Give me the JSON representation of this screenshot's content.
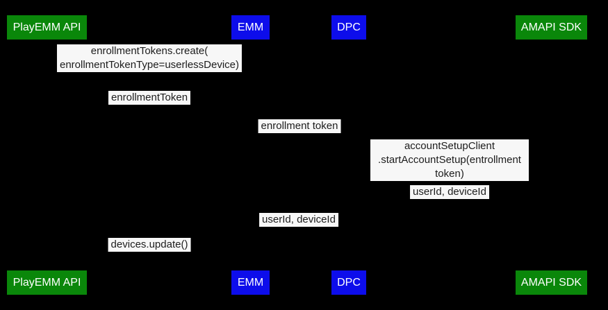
{
  "diagram": {
    "type": "sequence",
    "background": "#000000",
    "colors": {
      "actor_green": "#0a870a",
      "actor_blue": "#0d0deb",
      "actor_text": "#ffffff",
      "label_bg": "#f7f7f7",
      "label_text": "#1c1c1c",
      "background": "#000000"
    },
    "actors": [
      {
        "id": "playemm-api",
        "label": "PlayEMM API",
        "color": "green"
      },
      {
        "id": "emm",
        "label": "EMM",
        "color": "blue"
      },
      {
        "id": "dpc",
        "label": "DPC",
        "color": "blue"
      },
      {
        "id": "amapi-sdk",
        "label": "AMAPI SDK",
        "color": "green"
      }
    ],
    "messages": [
      {
        "id": "enrollment-tokens-create",
        "text": "enrollmentTokens.create(\nenrollmentTokenType=userlessDevice)"
      },
      {
        "id": "enrollment-token-response",
        "text": "enrollmentToken"
      },
      {
        "id": "enrollment-token-pass",
        "text": "enrollment token"
      },
      {
        "id": "start-account-setup",
        "text": "accountSetupClient\n.startAccountSetup(entrollment token)"
      },
      {
        "id": "userid-deviceid-sdk-to-dpc",
        "text": "userId, deviceId"
      },
      {
        "id": "userid-deviceid-dpc-to-emm",
        "text": "userId, deviceId"
      },
      {
        "id": "devices-update",
        "text": "devices.update()"
      }
    ]
  }
}
